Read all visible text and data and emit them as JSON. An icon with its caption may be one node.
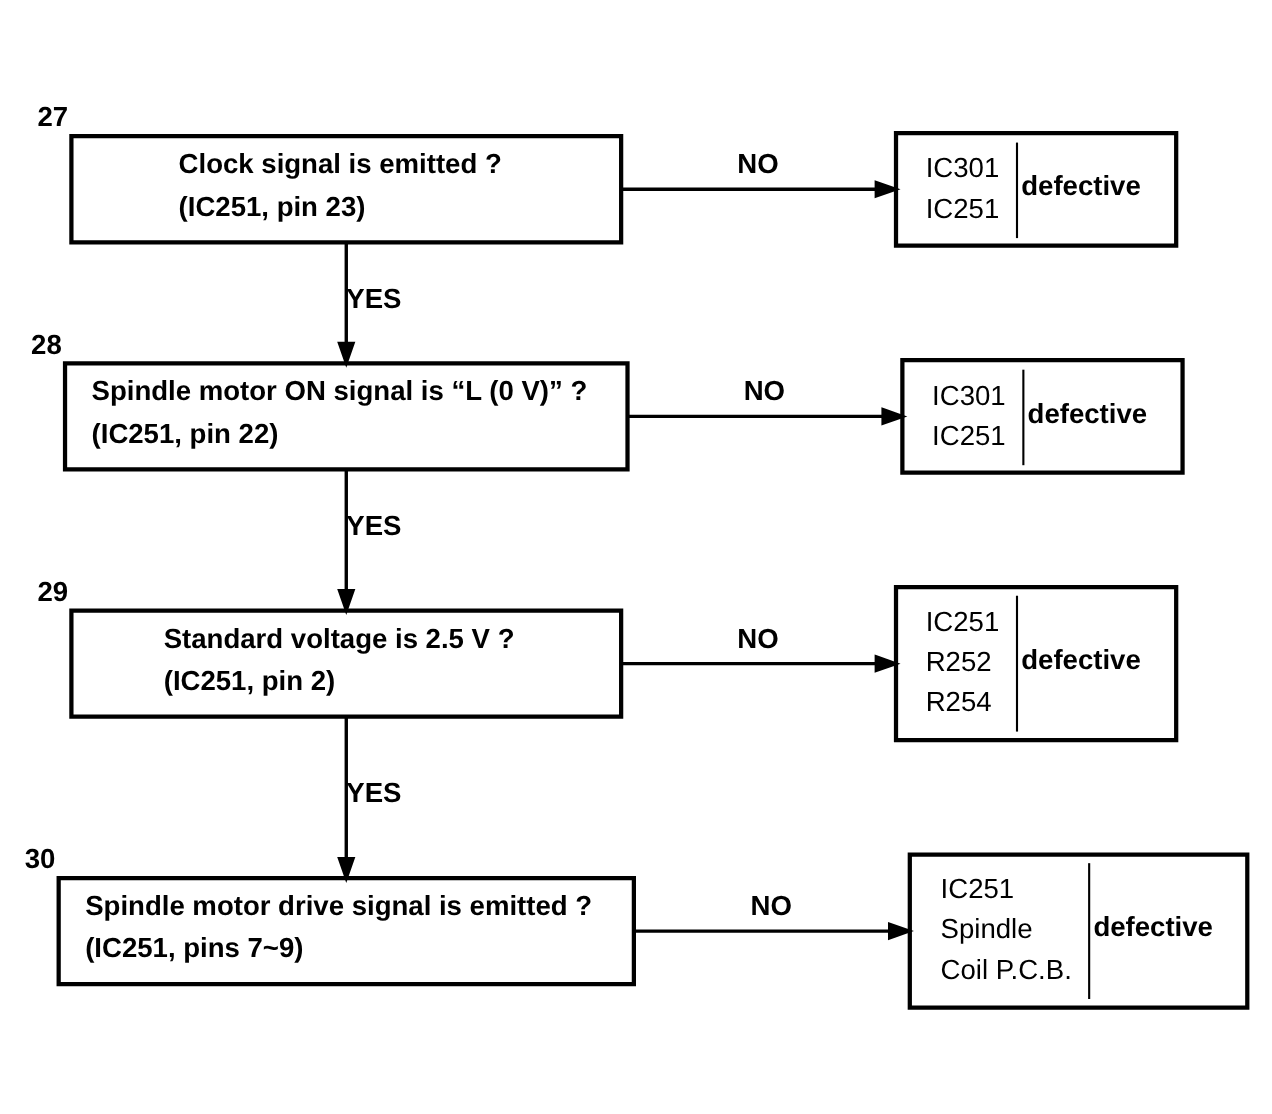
{
  "diagram": {
    "nodes": [
      {
        "text": [
          "Clock signal is emitted ?",
          "(IC251, pin 23)"
        ],
        "beside": [
          "27"
        ]
      },
      {
        "text": [
          "IC301",
          "IC251",
          "defective"
        ]
      },
      {
        "text": [
          "Spindle motor ON signal is “L (0 V)” ?",
          "(IC251, pin 22)"
        ],
        "beside": [
          "28"
        ]
      },
      {
        "text": [
          "IC301",
          "IC251",
          "defective"
        ]
      },
      {
        "text": [
          "Standard voltage is 2.5 V ?",
          "(IC251, pin 2)"
        ],
        "beside": [
          "29"
        ]
      },
      {
        "text": [
          "IC251",
          "R252",
          "R254",
          "defective"
        ]
      },
      {
        "text": [
          "Spindle motor drive signal is emitted ?",
          "(IC251, pins 7~9)"
        ],
        "beside": [
          "30"
        ]
      },
      {
        "text": [
          "IC251",
          "Spindle",
          "Coil P.C.B.",
          "defective"
        ]
      }
    ],
    "edges": [
      {
        "from": 0,
        "to": 1,
        "arrow": "to",
        "label": "NO"
      },
      {
        "from": 0,
        "to": 2,
        "arrow": "to",
        "label": "YES"
      },
      {
        "from": 2,
        "to": 3,
        "arrow": "to",
        "label": "NO"
      },
      {
        "from": 2,
        "to": 4,
        "arrow": "to",
        "label": "YES"
      },
      {
        "from": 4,
        "to": 5,
        "arrow": "to",
        "label": "NO"
      },
      {
        "from": 4,
        "to": 6,
        "arrow": "to",
        "label": "YES"
      },
      {
        "from": 6,
        "to": 7,
        "arrow": "to",
        "label": "NO"
      }
    ]
  }
}
